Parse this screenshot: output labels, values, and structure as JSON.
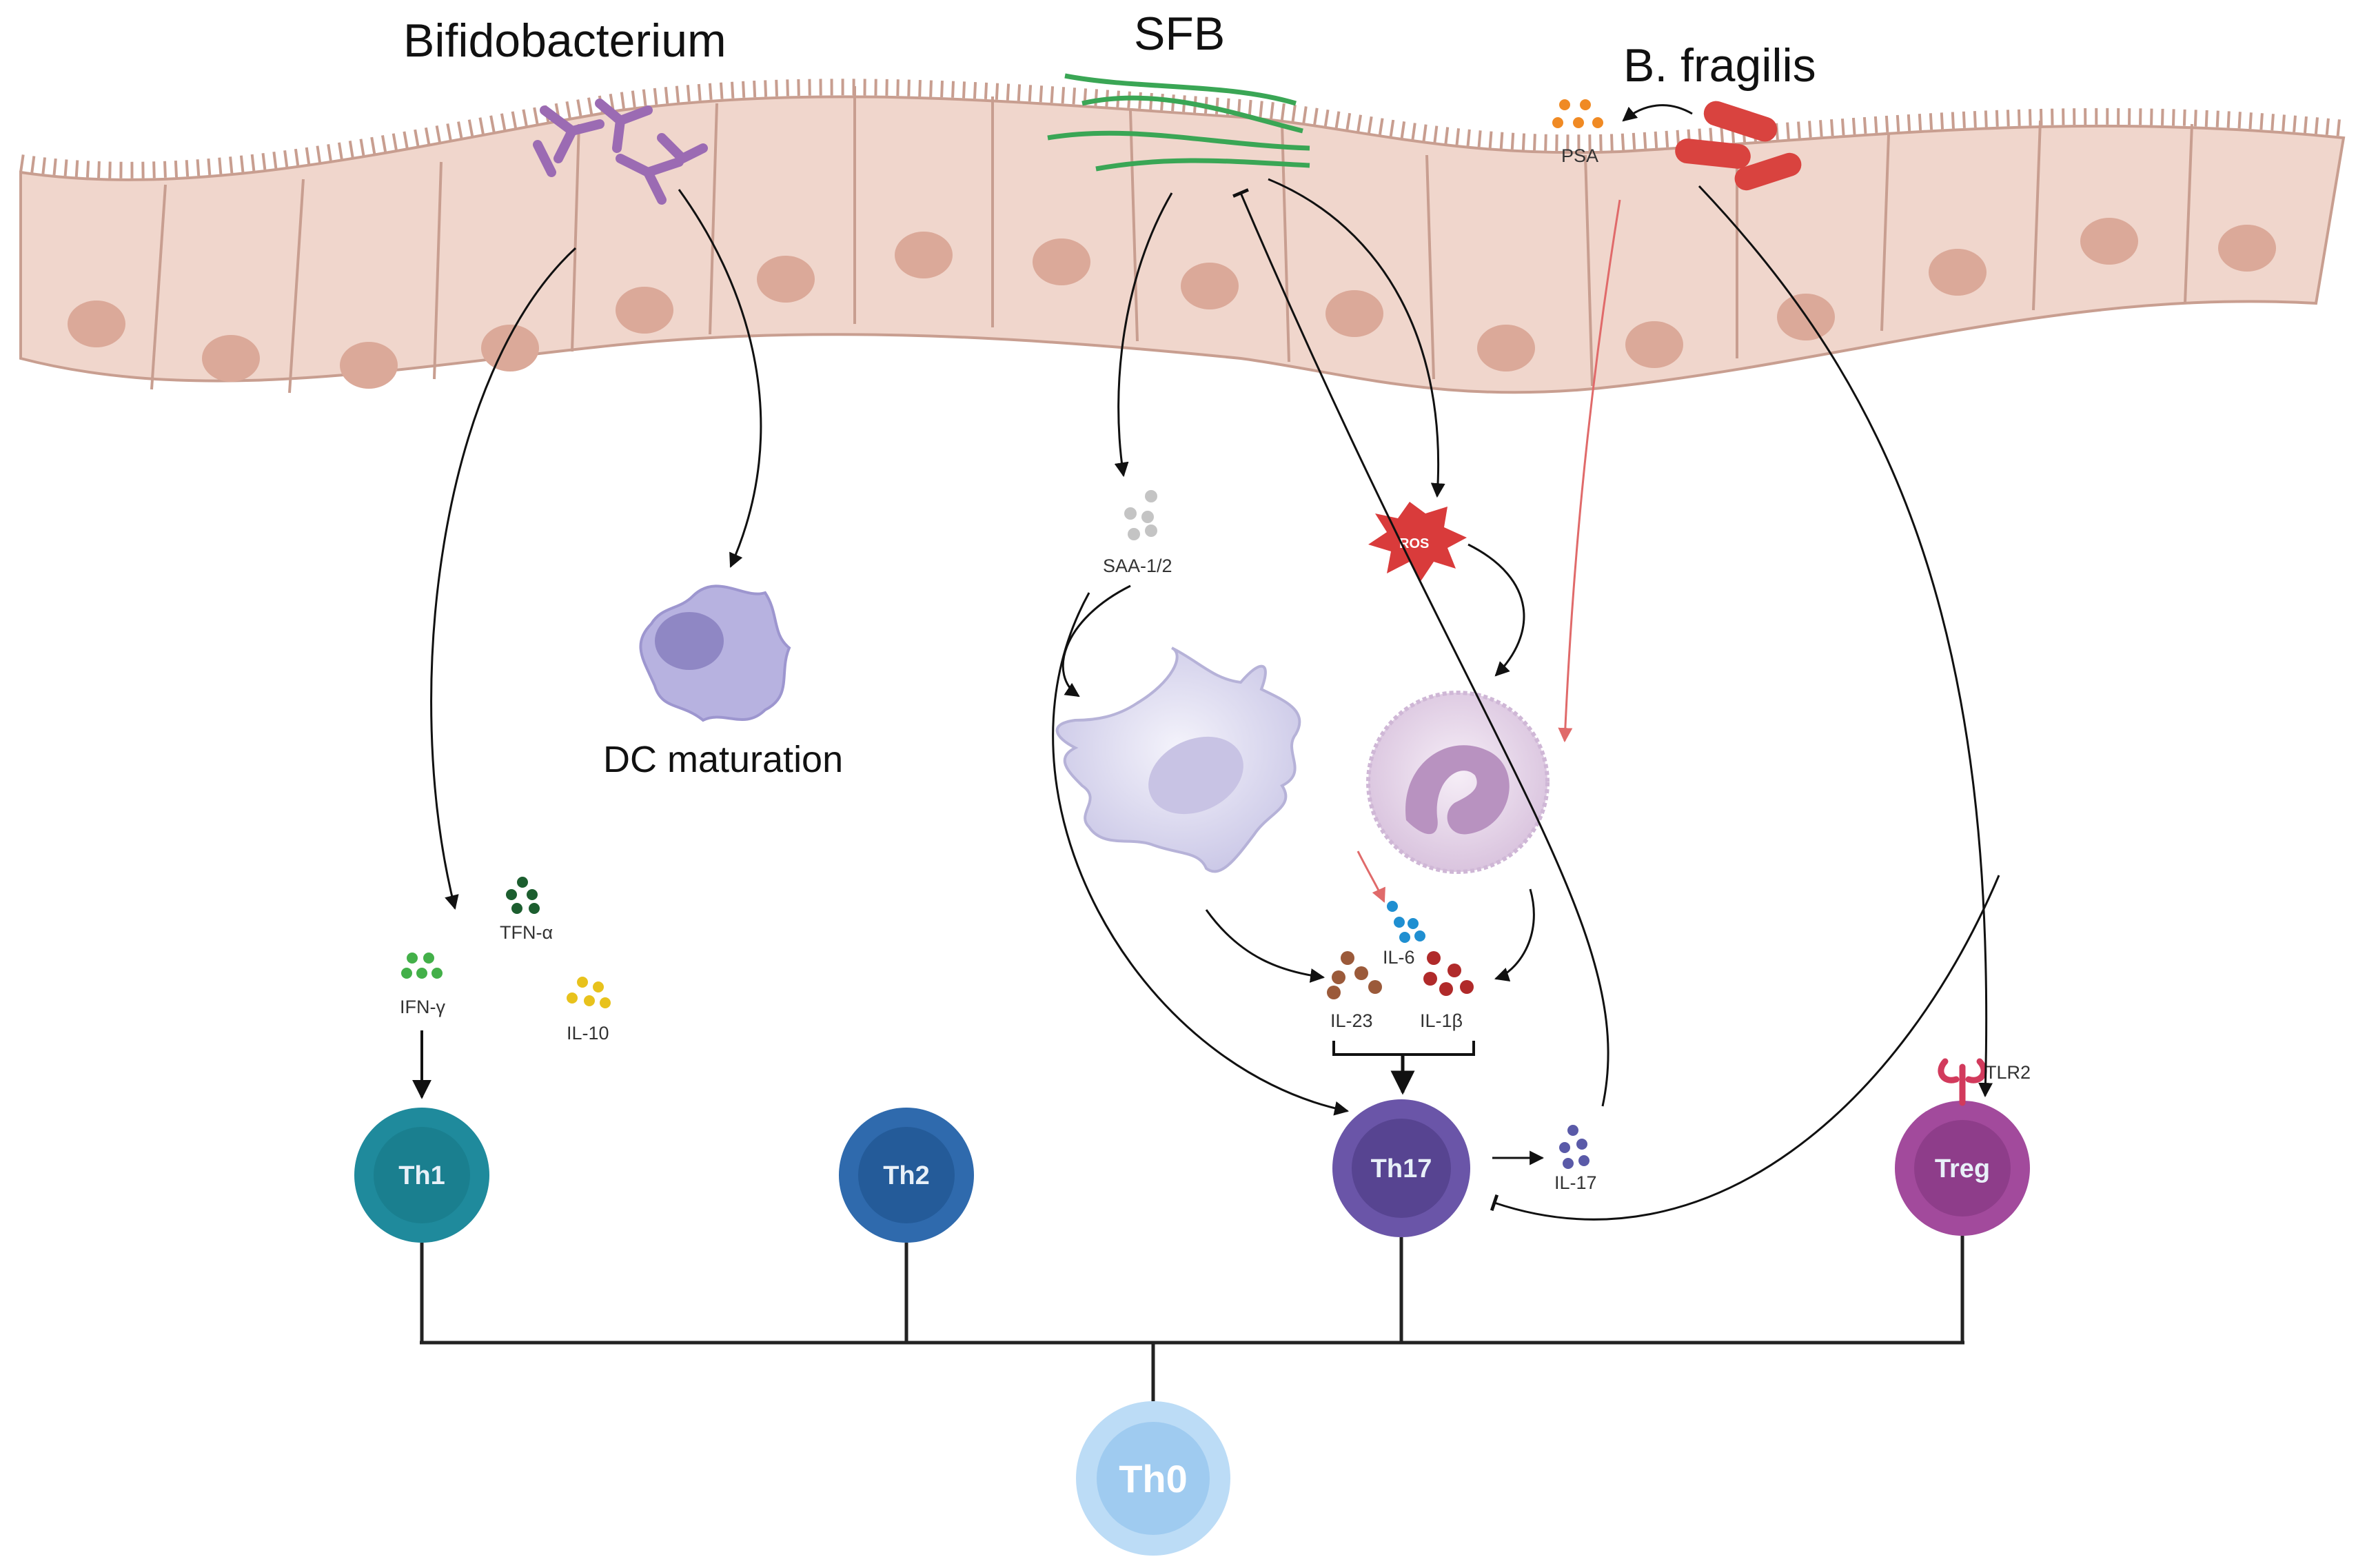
{
  "microbes": {
    "bifidobacterium": "Bifidobacterium",
    "sfb": "SFB",
    "b_fragilis": "B. fragilis"
  },
  "molecules": {
    "psa": "PSA",
    "ros": "ROS",
    "saa": "SAA-1/2",
    "tfn_alpha": "TFN-α",
    "ifn_gamma": "IFN-γ",
    "il10": "IL-10",
    "il6": "IL-6",
    "il23": "IL-23",
    "il1b": "IL-1β",
    "il17": "IL-17",
    "tlr2": "TLR2"
  },
  "process": {
    "dc_maturation": "DC maturation"
  },
  "cells": {
    "th1": "Th1",
    "th2": "Th2",
    "th17": "Th17",
    "treg": "Treg",
    "th0": "Th0"
  },
  "colors": {
    "epithelium": "#f0d6cc",
    "nucleus": "#dba999",
    "bifido": "#9b6bb3",
    "sfb": "#3aa655",
    "b_fragilis": "#d9433f",
    "th1": "#1f8a9c",
    "th2": "#2f6aad",
    "th17": "#6a55a8",
    "treg": "#a24a9c",
    "th0": "#9fcbf0",
    "inhibit_arrow": "#e06a6a"
  }
}
